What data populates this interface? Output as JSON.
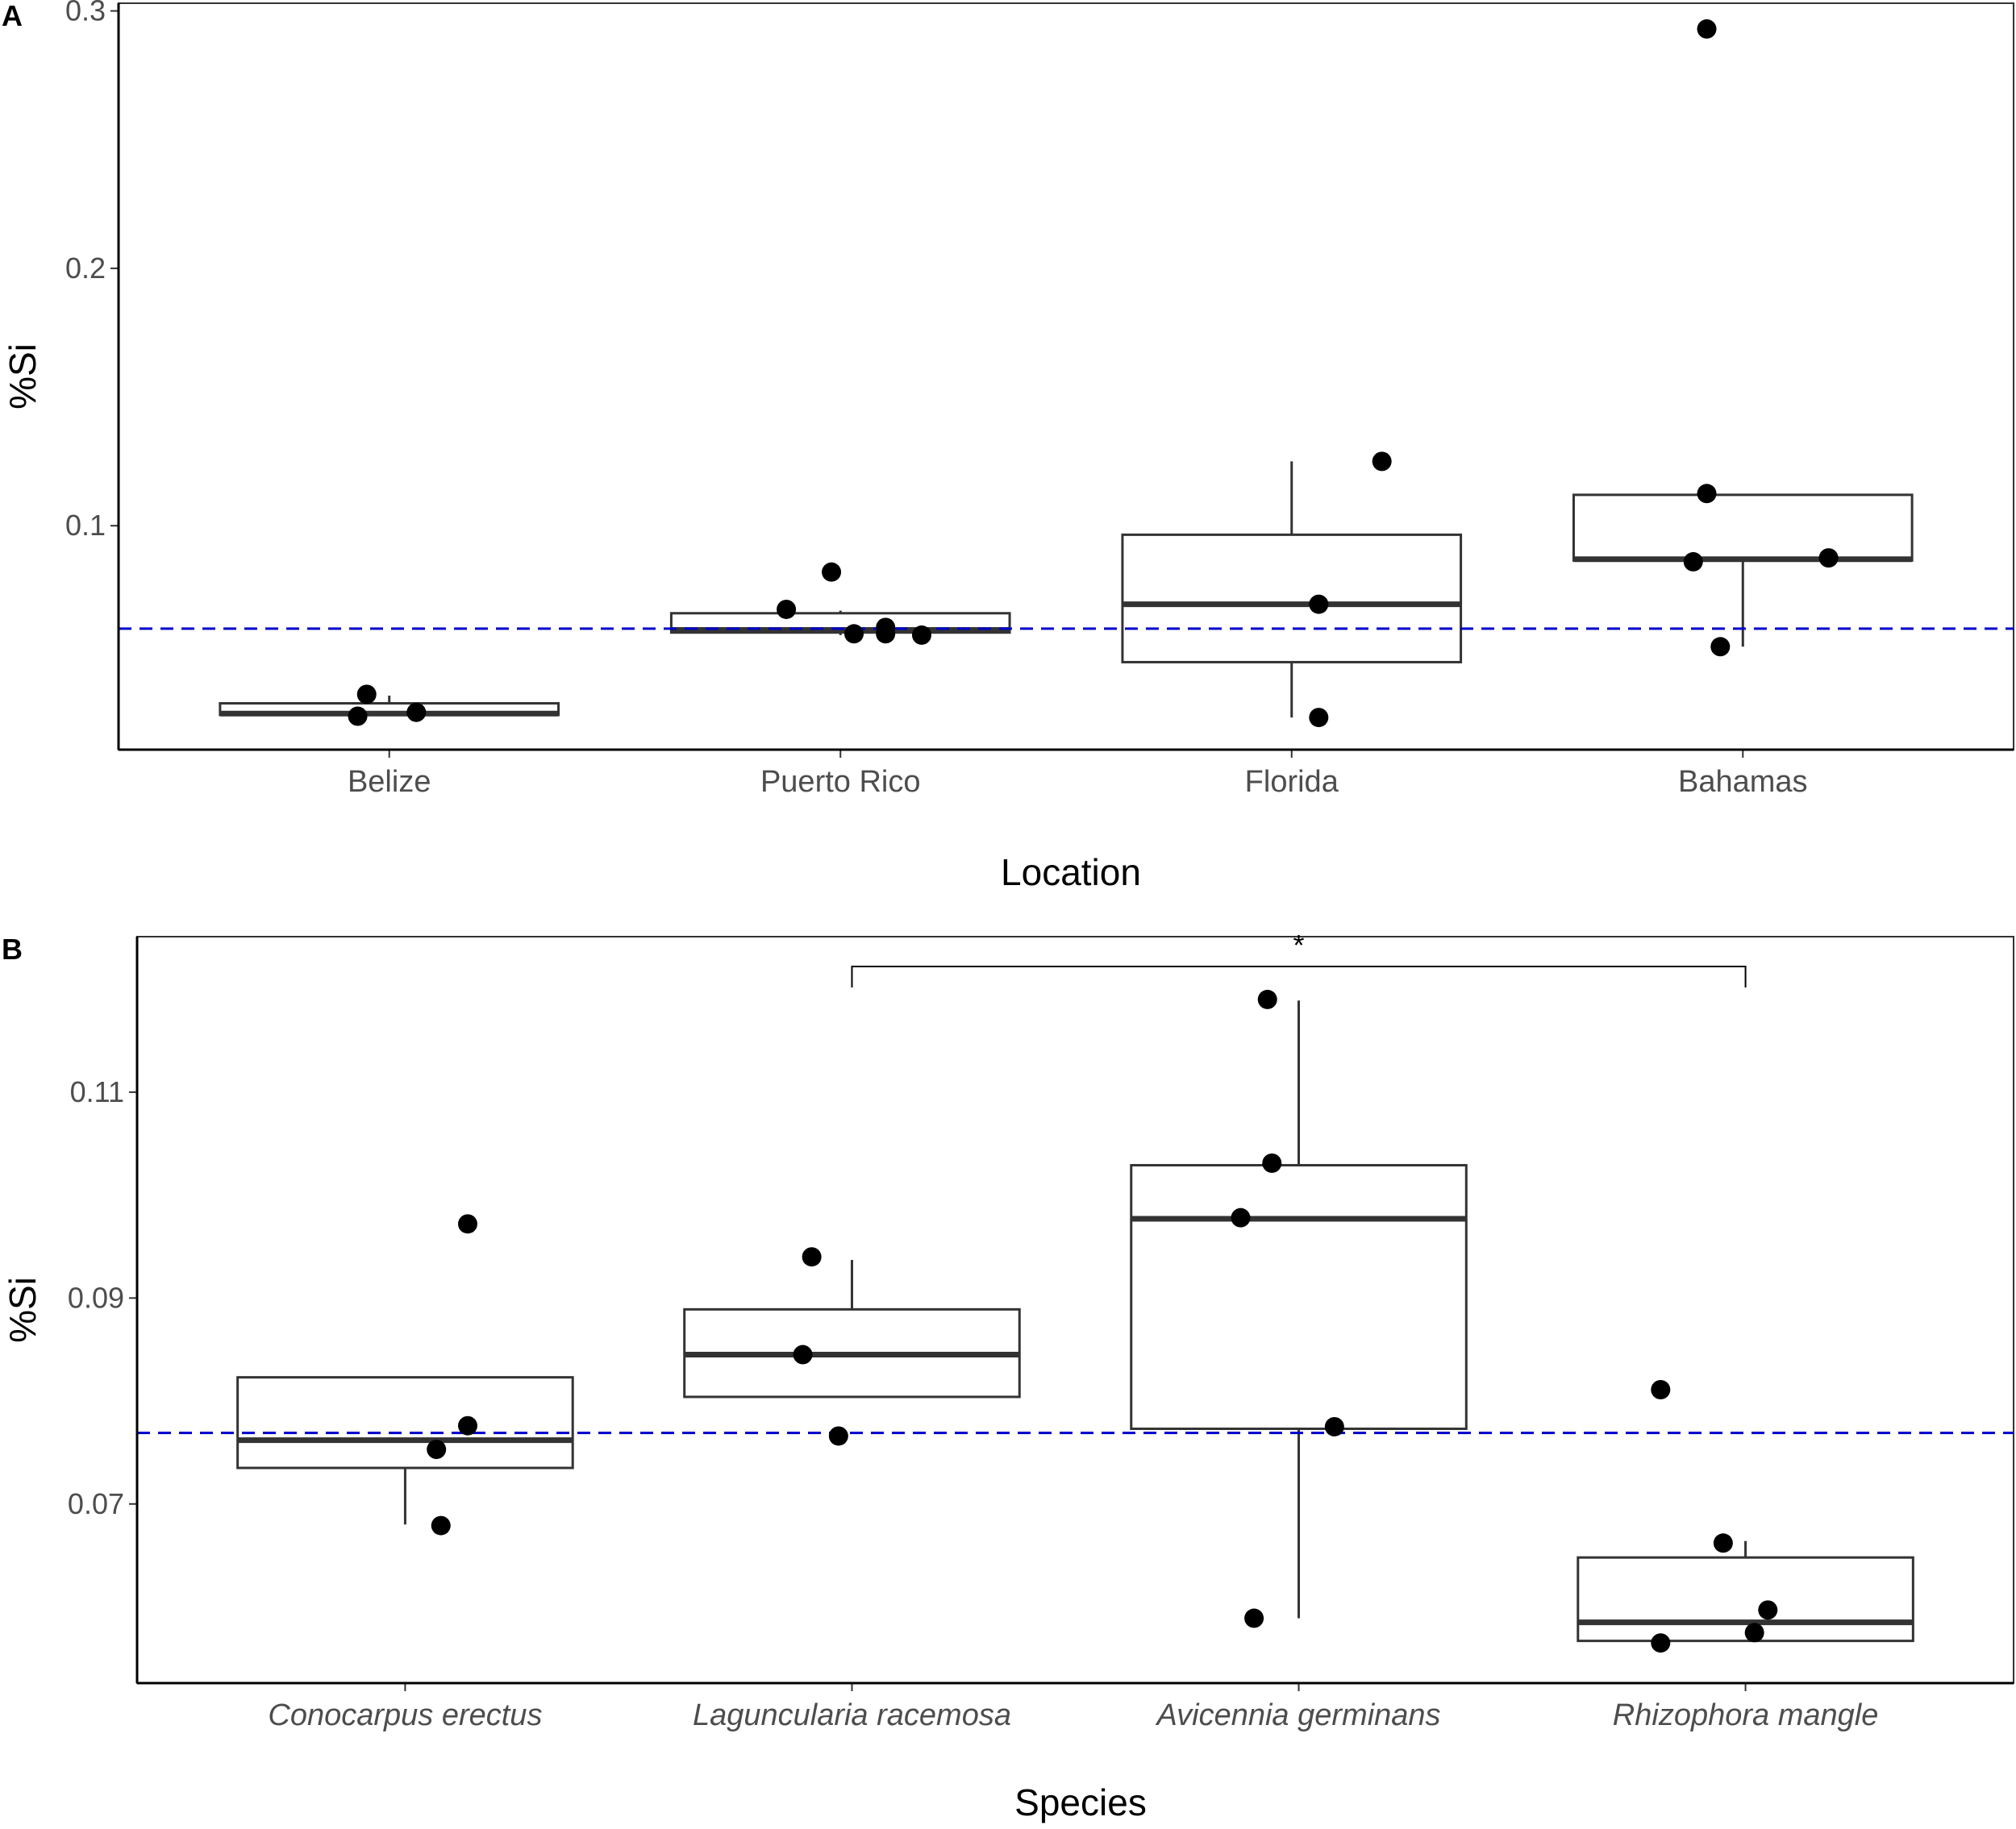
{
  "chart_data": [
    {
      "panel": "A",
      "type": "box",
      "xlabel": "Location",
      "ylabel": "%Si",
      "ylim": [
        0.013,
        0.303
      ],
      "yticks": [
        0.1,
        0.2,
        0.3
      ],
      "ytick_labels": [
        "0.1",
        "0.2",
        "0.3"
      ],
      "categories": [
        "Belize",
        "Puerto Rico",
        "Florida",
        "Bahamas"
      ],
      "reference_line": 0.06,
      "reference_color": "#0000cc",
      "boxes": [
        {
          "category": "Belize",
          "q1": 0.0265,
          "median": 0.027,
          "q3": 0.031,
          "whisker_low": 0.026,
          "whisker_high": 0.034
        },
        {
          "category": "Puerto Rico",
          "q1": 0.0585,
          "median": 0.0595,
          "q3": 0.066,
          "whisker_low": 0.0575,
          "whisker_high": 0.067
        },
        {
          "category": "Florida",
          "q1": 0.047,
          "median": 0.0695,
          "q3": 0.0965,
          "whisker_low": 0.0255,
          "whisker_high": 0.125
        },
        {
          "category": "Bahamas",
          "q1": 0.0865,
          "median": 0.087,
          "q3": 0.112,
          "whisker_low": 0.053,
          "whisker_high": 0.112
        }
      ],
      "points": [
        {
          "category": "Belize",
          "jitter": -0.05,
          "y": 0.0345
        },
        {
          "category": "Belize",
          "jitter": -0.07,
          "y": 0.026
        },
        {
          "category": "Belize",
          "jitter": 0.06,
          "y": 0.0275
        },
        {
          "category": "Puerto Rico",
          "jitter": -0.12,
          "y": 0.0675
        },
        {
          "category": "Puerto Rico",
          "jitter": -0.02,
          "y": 0.082
        },
        {
          "category": "Puerto Rico",
          "jitter": 0.03,
          "y": 0.058
        },
        {
          "category": "Puerto Rico",
          "jitter": 0.1,
          "y": 0.058
        },
        {
          "category": "Puerto Rico",
          "jitter": 0.1,
          "y": 0.0605
        },
        {
          "category": "Puerto Rico",
          "jitter": 0.18,
          "y": 0.0575
        },
        {
          "category": "Florida",
          "jitter": 0.2,
          "y": 0.125
        },
        {
          "category": "Florida",
          "jitter": 0.06,
          "y": 0.0695
        },
        {
          "category": "Florida",
          "jitter": 0.06,
          "y": 0.0255
        },
        {
          "category": "Bahamas",
          "jitter": -0.08,
          "y": 0.293
        },
        {
          "category": "Bahamas",
          "jitter": -0.08,
          "y": 0.1125
        },
        {
          "category": "Bahamas",
          "jitter": -0.11,
          "y": 0.086
        },
        {
          "category": "Bahamas",
          "jitter": 0.19,
          "y": 0.0875
        },
        {
          "category": "Bahamas",
          "jitter": -0.05,
          "y": 0.053
        }
      ]
    },
    {
      "panel": "B",
      "type": "box",
      "xlabel": "Species",
      "ylabel": "%Si",
      "ylim": [
        0.0526,
        0.1251
      ],
      "yticks": [
        0.07,
        0.09,
        0.11
      ],
      "ytick_labels": [
        "0.07",
        "0.09",
        "0.11"
      ],
      "categories": [
        "Conocarpus erectus",
        "Laguncularia racemosa",
        "Avicennia germinans",
        "Rhizophora mangle"
      ],
      "reference_line": 0.0769,
      "reference_color": "#0000cc",
      "significance": {
        "from": "Laguncularia racemosa",
        "to": "Rhizophora mangle",
        "label": "*",
        "y": 0.1222
      },
      "boxes": [
        {
          "category": "Conocarpus erectus",
          "q1": 0.0735,
          "median": 0.0762,
          "q3": 0.0823,
          "whisker_low": 0.068,
          "whisker_high": 0.0823
        },
        {
          "category": "Laguncularia racemosa",
          "q1": 0.0804,
          "median": 0.0845,
          "q3": 0.0889,
          "whisker_low": 0.0804,
          "whisker_high": 0.0937
        },
        {
          "category": "Avicennia germinans",
          "q1": 0.0773,
          "median": 0.0977,
          "q3": 0.1029,
          "whisker_low": 0.0589,
          "whisker_high": 0.1189
        },
        {
          "category": "Rhizophora mangle",
          "q1": 0.0567,
          "median": 0.0585,
          "q3": 0.0648,
          "whisker_low": 0.0567,
          "whisker_high": 0.0664
        }
      ],
      "points": [
        {
          "category": "Conocarpus erectus",
          "jitter": 0.14,
          "y": 0.0972
        },
        {
          "category": "Conocarpus erectus",
          "jitter": 0.14,
          "y": 0.0776
        },
        {
          "category": "Conocarpus erectus",
          "jitter": 0.07,
          "y": 0.0753
        },
        {
          "category": "Conocarpus erectus",
          "jitter": 0.08,
          "y": 0.0679
        },
        {
          "category": "Laguncularia racemosa",
          "jitter": -0.09,
          "y": 0.094
        },
        {
          "category": "Laguncularia racemosa",
          "jitter": -0.11,
          "y": 0.0845
        },
        {
          "category": "Laguncularia racemosa",
          "jitter": -0.03,
          "y": 0.0766
        },
        {
          "category": "Avicennia germinans",
          "jitter": -0.07,
          "y": 0.119
        },
        {
          "category": "Avicennia germinans",
          "jitter": -0.06,
          "y": 0.1031
        },
        {
          "category": "Avicennia germinans",
          "jitter": -0.13,
          "y": 0.0978
        },
        {
          "category": "Avicennia germinans",
          "jitter": 0.08,
          "y": 0.0775
        },
        {
          "category": "Avicennia germinans",
          "jitter": -0.1,
          "y": 0.0589
        },
        {
          "category": "Rhizophora mangle",
          "jitter": -0.19,
          "y": 0.0811
        },
        {
          "category": "Rhizophora mangle",
          "jitter": -0.05,
          "y": 0.0662
        },
        {
          "category": "Rhizophora mangle",
          "jitter": 0.05,
          "y": 0.0597
        },
        {
          "category": "Rhizophora mangle",
          "jitter": 0.02,
          "y": 0.0575
        },
        {
          "category": "Rhizophora mangle",
          "jitter": -0.19,
          "y": 0.0565
        }
      ]
    }
  ]
}
